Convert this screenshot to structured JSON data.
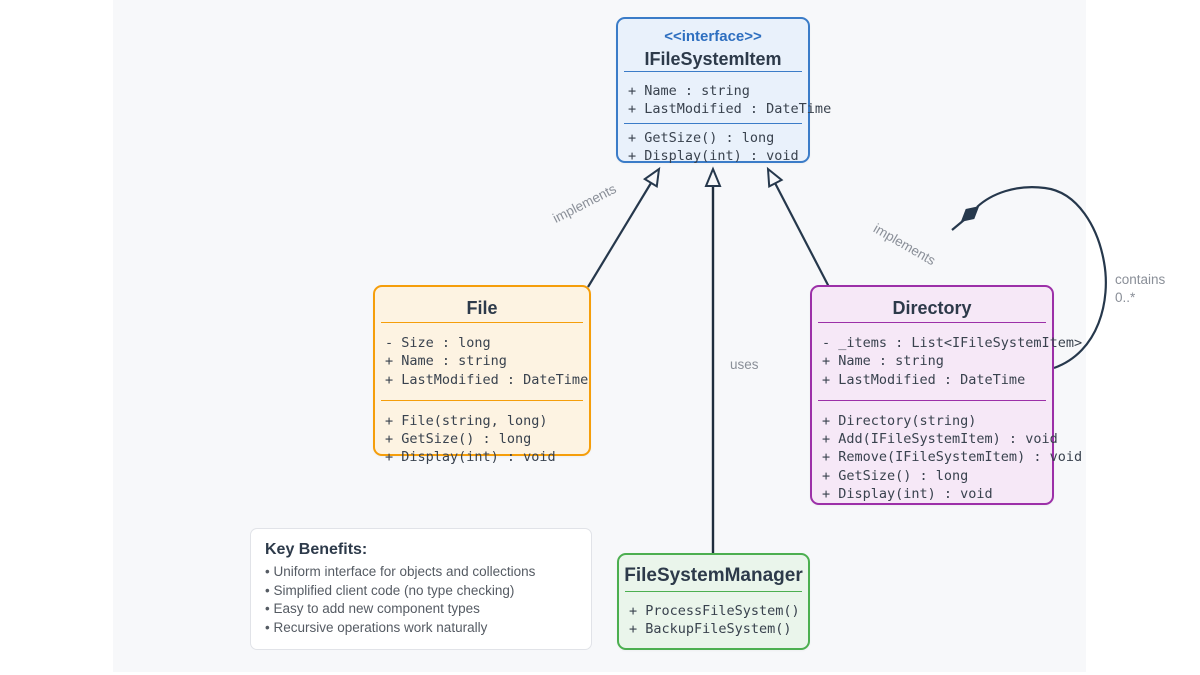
{
  "palette": {
    "canvas_bg": "#f7f8fa",
    "interface_border": "#3b7cc8",
    "interface_fill": "#e9f1fb",
    "interface_accent": "#2e6fc0",
    "file_border": "#f59e0b",
    "file_fill": "#fdf3e2",
    "directory_border": "#9c30a8",
    "directory_fill": "#f6e8f7",
    "manager_border": "#4caf50",
    "manager_fill": "#eaf5eb",
    "arrow_color": "#26384c",
    "relation_label_color": "#8a8f98",
    "title_color": "#2d3a4a"
  },
  "classes": {
    "interface": {
      "stereotype": "<<interface>>",
      "name": "IFileSystemItem",
      "attributes": [
        "+ Name : string",
        "+ LastModified : DateTime"
      ],
      "methods": [
        "+ GetSize() : long",
        "+ Display(int) : void"
      ]
    },
    "file": {
      "name": "File",
      "attributes": [
        "- Size : long",
        "+ Name : string",
        "+ LastModified : DateTime"
      ],
      "methods": [
        "+ File(string, long)",
        "+ GetSize() : long",
        "+ Display(int) : void"
      ]
    },
    "directory": {
      "name": "Directory",
      "attributes": [
        "- _items : List<IFileSystemItem>",
        "+ Name : string",
        "+ LastModified : DateTime"
      ],
      "methods": [
        "+ Directory(string)",
        "+ Add(IFileSystemItem) : void",
        "+ Remove(IFileSystemItem) : void",
        "+ GetSize() : long",
        "+ Display(int) : void"
      ]
    },
    "manager": {
      "name": "FileSystemManager",
      "methods": [
        "+ ProcessFileSystem()",
        "+ BackupFileSystem()"
      ]
    }
  },
  "relations": {
    "implements_left": "implements",
    "implements_right": "implements",
    "uses": "uses",
    "contains": "contains",
    "contains_multiplicity": "0..*"
  },
  "benefits": {
    "title": "Key Benefits:",
    "items": [
      "Uniform interface for objects and collections",
      "Simplified client code (no type checking)",
      "Easy to add new component types",
      "Recursive operations work naturally"
    ]
  }
}
